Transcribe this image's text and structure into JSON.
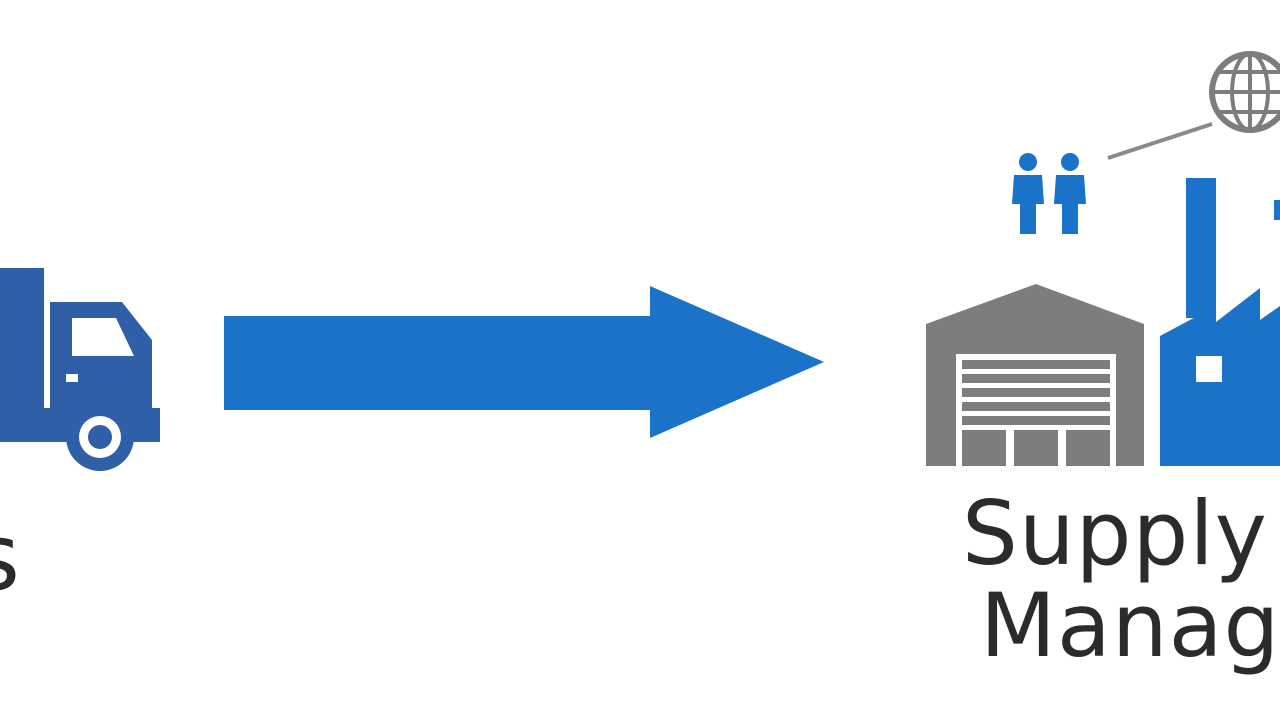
{
  "diagram": {
    "left_label": "s",
    "right_label_lines": [
      "Supply",
      "Manag"
    ]
  },
  "colors": {
    "blue_primary": "#1a73c8",
    "blue_dark": "#2f5fa6",
    "gray": "#7d7d80",
    "text": "#2b2b2b",
    "background": "#ffffff"
  },
  "icons": [
    "truck-icon",
    "arrow-icon",
    "people-icon",
    "globe-icon",
    "warehouse-icon",
    "factory-icon"
  ]
}
